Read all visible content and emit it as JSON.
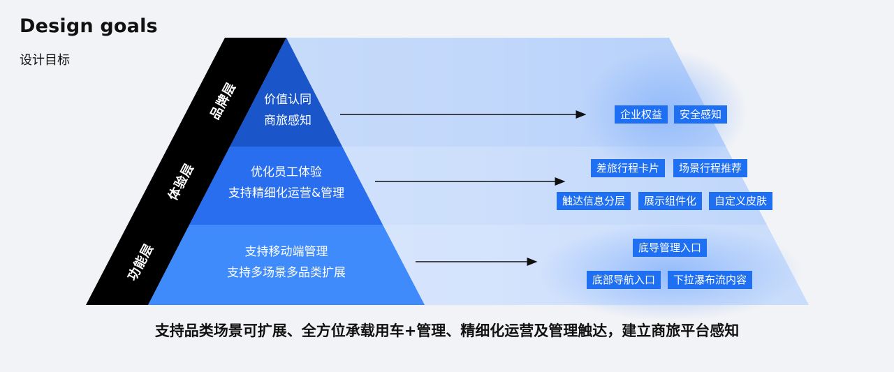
{
  "header": {
    "title": "Design goals",
    "subtitle": "设计目标"
  },
  "layers": [
    {
      "side_label": "品牌层",
      "lines": [
        "价值认同",
        "商旅感知"
      ],
      "tags": [
        [
          "企业权益",
          "安全感知"
        ]
      ]
    },
    {
      "side_label": "体验层",
      "lines": [
        "优化员工体验",
        "支持精细化运营&管理"
      ],
      "tags": [
        [
          "差旅行程卡片",
          "场景行程推荐"
        ],
        [
          "触达信息分层",
          "展示组件化",
          "自定义皮肤"
        ]
      ]
    },
    {
      "side_label": "功能层",
      "lines": [
        "支持移动端管理",
        "支持多场景多品类扩展"
      ],
      "tags": [
        [
          "底导管理入口"
        ],
        [
          "底部导航入口",
          "下拉瀑布流内容"
        ]
      ]
    }
  ],
  "summary": "支持品类场景可扩展、全方位承载用车+管理、精细化运营及管理触达，建立商旅平台感知",
  "colors": {
    "tier_top": "#1a56c9",
    "tier_mid": "#2a6ef0",
    "tier_bottom": "#3f8bfb",
    "tag": "#1f6ff2",
    "side_band": "#000000"
  }
}
